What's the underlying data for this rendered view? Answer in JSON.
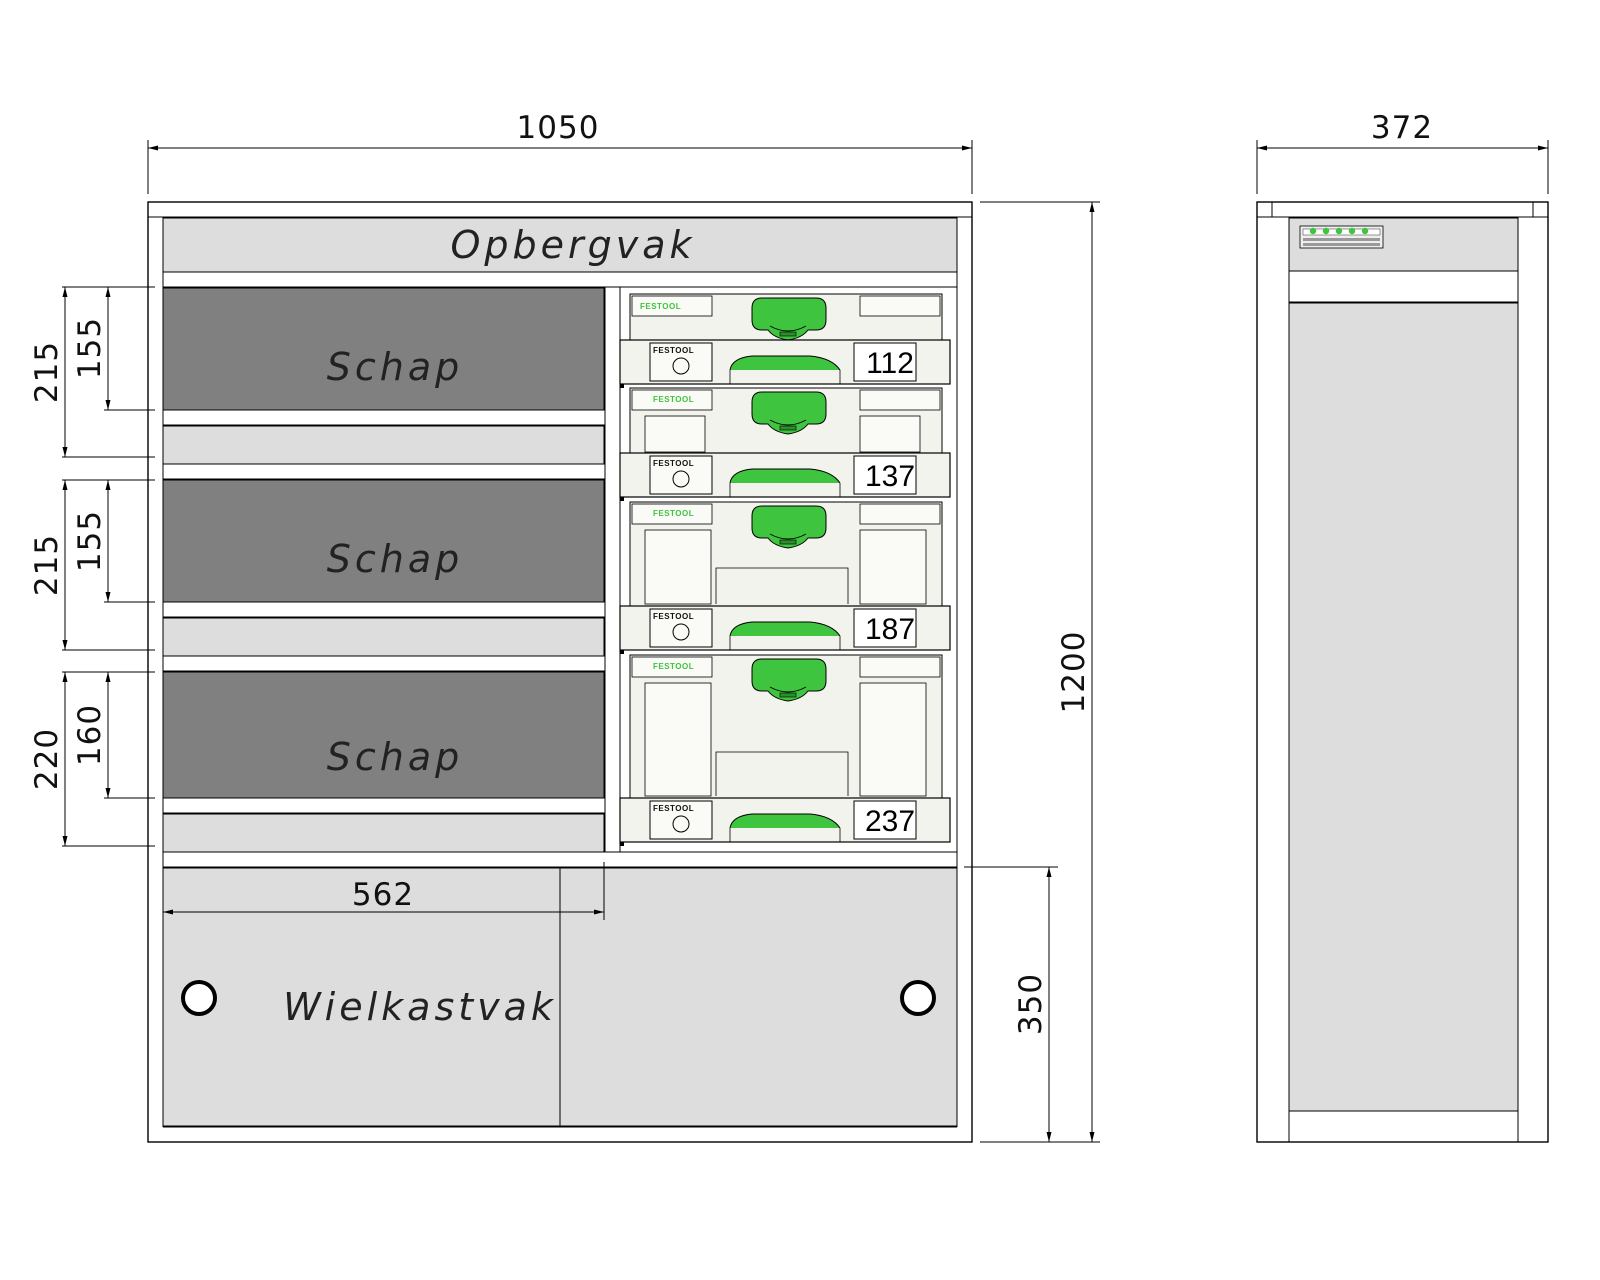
{
  "dimensions": {
    "front_width": "1050",
    "side_width": "372",
    "total_height": "1200",
    "wheel_height": "350",
    "inner_width": "562",
    "shelf1_outer": "215",
    "shelf1_inner": "155",
    "shelf2_outer": "215",
    "shelf2_inner": "155",
    "shelf3_outer": "220",
    "shelf3_inner": "160"
  },
  "labels": {
    "top": "Opbergvak",
    "shelf1": "Schap",
    "shelf2": "Schap",
    "shelf3": "Schap",
    "wheel": "Wielkastvak"
  },
  "systainers": {
    "brand": "FESTOOL",
    "heights": [
      "112",
      "137",
      "187",
      "237"
    ]
  },
  "colors": {
    "shelf_dark": "#808080",
    "panel_light": "#dddddd",
    "accent_green": "#3ec43e",
    "case_white": "#f3f3ee"
  }
}
